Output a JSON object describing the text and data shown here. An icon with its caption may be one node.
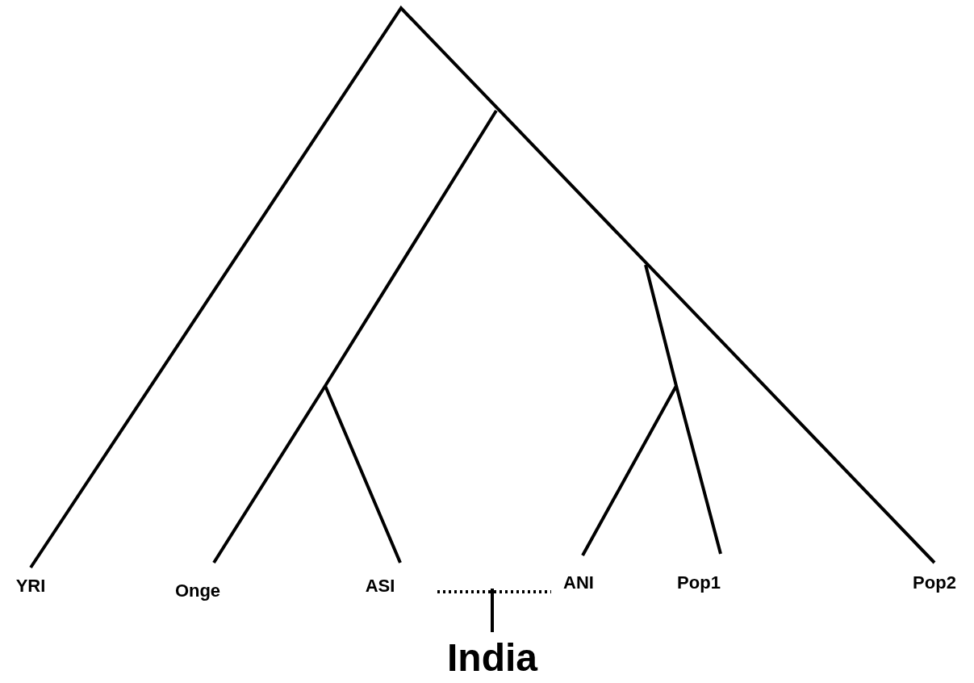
{
  "diagram": {
    "labels": [
      "YRI",
      "Onge",
      "ASI",
      "ANI",
      "Pop1",
      "Pop2",
      "India"
    ]
  }
}
